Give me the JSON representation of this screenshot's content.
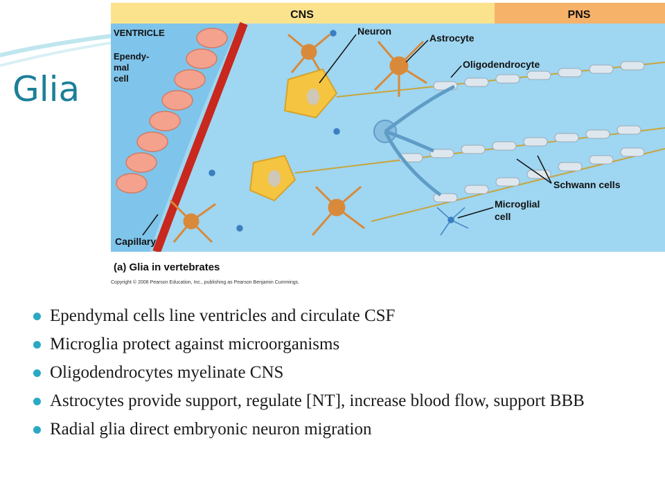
{
  "slide": {
    "title": "Glia",
    "bullets": [
      "Ependymal cells line ventricles and circulate CSF",
      "Microglia protect against microorganisms",
      "Oligodendrocytes myelinate CNS",
      "Astrocytes provide support,  regulate [NT], increase blood flow, support BBB",
      "Radial glia direct embryonic neuron migration"
    ]
  },
  "figure": {
    "header_cns": "CNS",
    "header_pns": "PNS",
    "labels": {
      "ventricle": "VENTRICLE",
      "ependymal_1": "Ependy-",
      "ependymal_2": "mal",
      "ependymal_3": "cell",
      "neuron": "Neuron",
      "astrocyte": "Astrocyte",
      "oligodendrocyte": "Oligodendrocyte",
      "schwann": "Schwann cells",
      "microglial_1": "Microglial",
      "microglial_2": "cell",
      "capillary": "Capillary"
    },
    "caption": "(a) Glia in vertebrates",
    "copyright": "Copyright © 2008 Pearson Education, Inc., publishing as Pearson Benjamin Cummings.",
    "colors": {
      "cns_bar": "#fbe38e",
      "pns_bar": "#f7b26a",
      "tissue_bg": "#9fd6f1",
      "ependymal": "#f4a28e",
      "capillary": "#c8281e",
      "astrocyte": "#d9893a",
      "neuron": "#f5c542",
      "myelin": "#dfe7ee",
      "microglia": "#3a7fc1"
    }
  }
}
